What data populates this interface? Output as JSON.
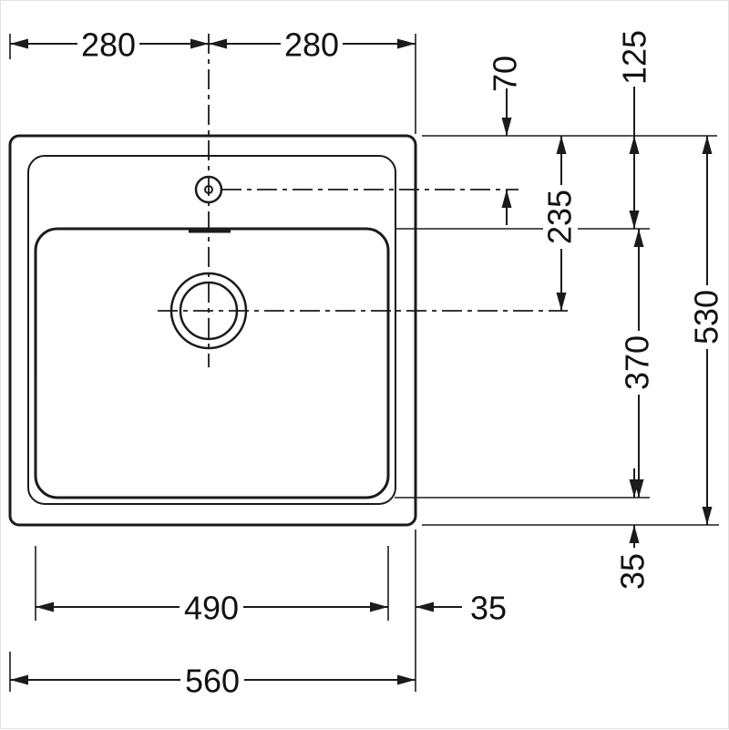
{
  "dims": {
    "top_left": "280",
    "top_right": "280",
    "faucet_offset": "70",
    "top_ledge": "125",
    "drain_offset": "235",
    "bowl_length": "370",
    "overall_depth": "530",
    "bottom_ledge": "35",
    "bowl_width": "490",
    "right_ledge": "35",
    "overall_width": "560"
  }
}
